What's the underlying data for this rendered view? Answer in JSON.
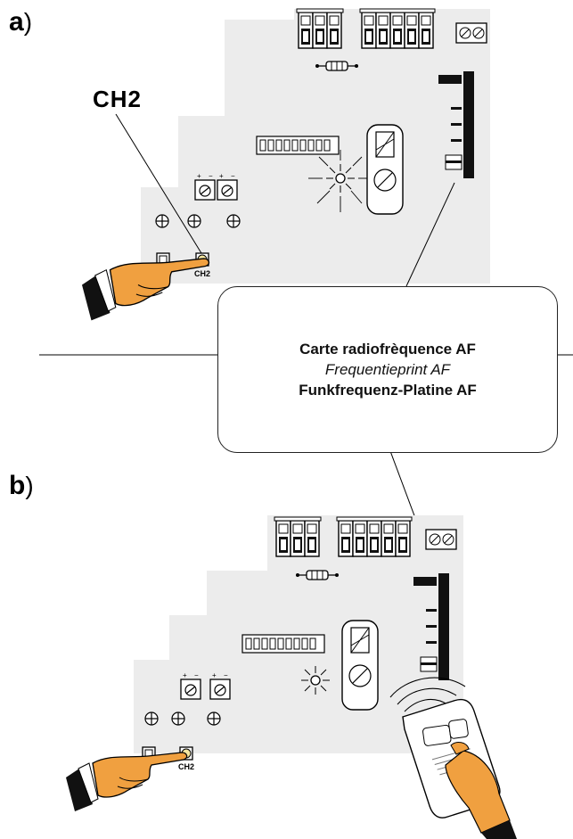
{
  "panels": [
    {
      "letter": "a",
      "paren": ")"
    },
    {
      "letter": "b",
      "paren": ")"
    }
  ],
  "callout_label": "CH2",
  "button_label": "CH2",
  "callout": {
    "line1": "Carte radiofrèquence AF",
    "line2": "Frequentieprint AF",
    "line3": "Funkfrequenz-Platine AF"
  },
  "colors": {
    "board": "#ececec",
    "skin": "#f0a040",
    "button_glow": "#f5e6a0"
  }
}
